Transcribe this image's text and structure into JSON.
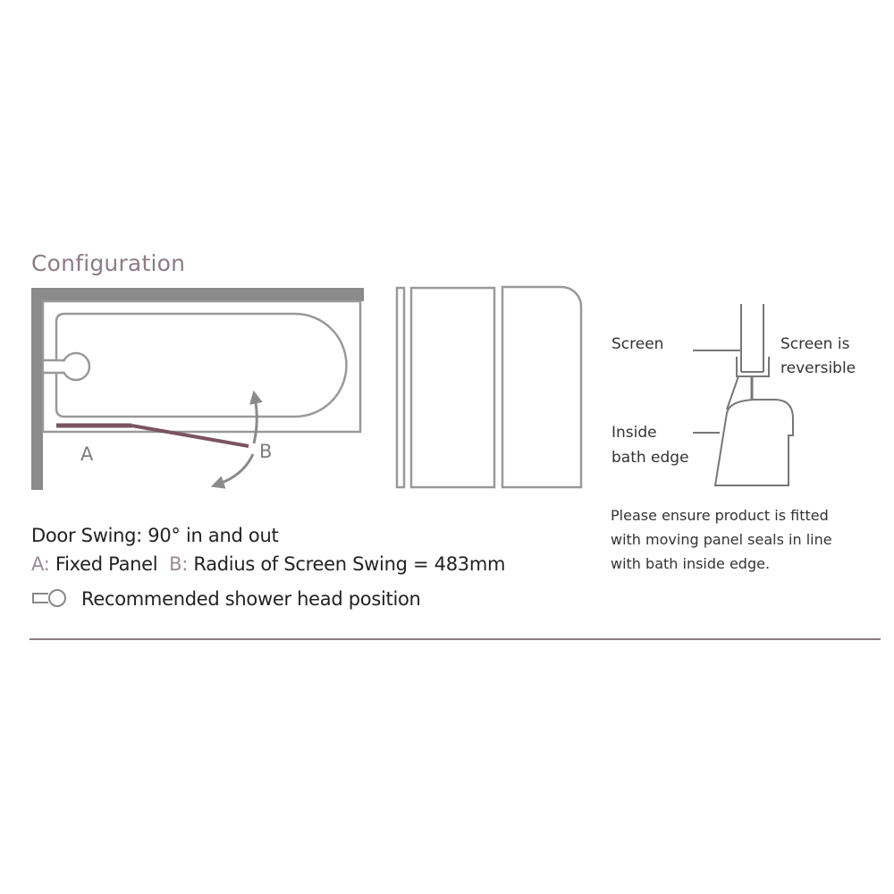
{
  "title": "Configuration",
  "plan_view": {
    "label_a": "A",
    "label_b": "B",
    "panel_color": "#7a5560",
    "wall_color": "#8a8a8a"
  },
  "cross_section": {
    "screen_label": "Screen",
    "reversible_line1": "Screen is",
    "reversible_line2": "reversible",
    "inside_line1": "Inside",
    "inside_line2": "bath edge",
    "note_lines": [
      "Please ensure product is fitted",
      "with moving panel seals in line",
      "with bath inside edge."
    ]
  },
  "legend": {
    "door_swing": "Door Swing: 90° in and out",
    "a_prefix": "A:",
    "a_text": "Fixed Panel",
    "b_prefix": "B:",
    "b_text": "Radius of Screen Swing = 483mm",
    "shower_icon": "shower-head-icon",
    "shower_text": "Recommended shower head position"
  }
}
